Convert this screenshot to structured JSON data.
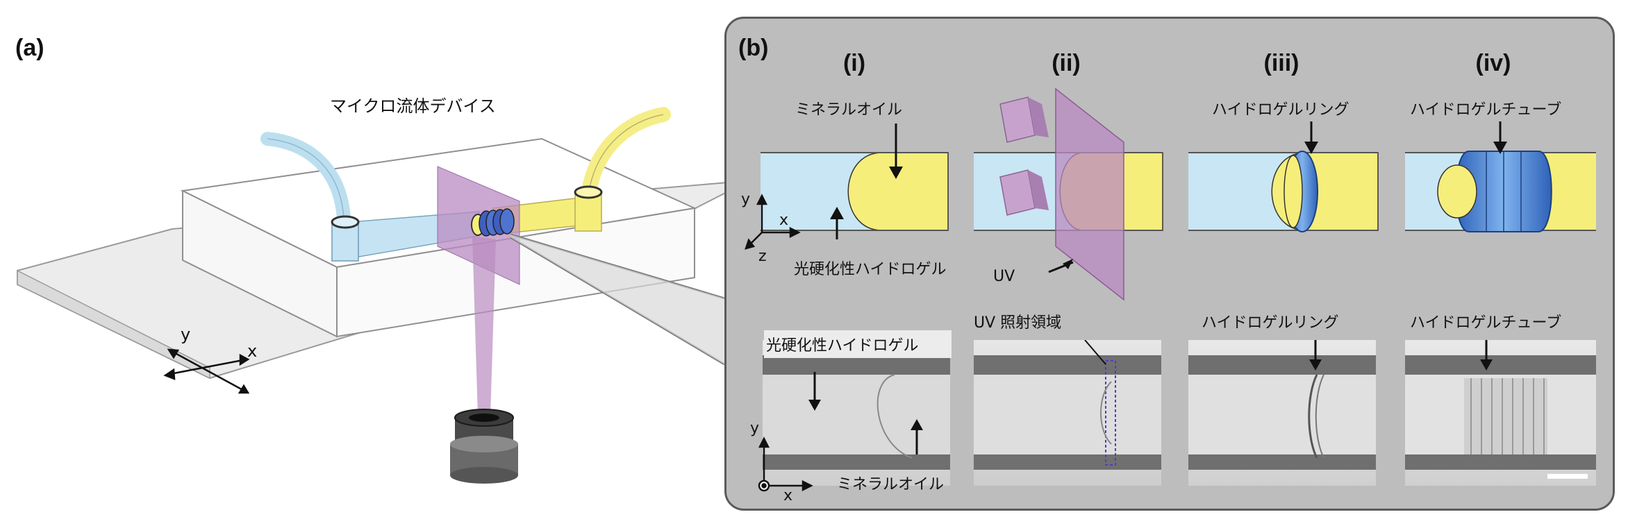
{
  "panel_a": {
    "label": "(a)",
    "device_label": "マイクロ流体デバイス",
    "axis_y": "y",
    "axis_x": "x"
  },
  "panel_b": {
    "label": "(b)",
    "steps": [
      {
        "label": "(i)",
        "annotation": "ミネラルオイル",
        "bottom_label": "光硬化性ハイドロゲル"
      },
      {
        "label": "(ii)",
        "annotation": "UV",
        "bottom_label": "UV 照射領域"
      },
      {
        "label": "(iii)",
        "annotation": "ハイドロゲルリング",
        "bottom_label": "ハイドロゲルリング"
      },
      {
        "label": "(iv)",
        "annotation": "ハイドロゲルチューブ",
        "bottom_label": "ハイドロゲルチューブ"
      }
    ],
    "hydrogel_label": "光硬化性ハイドロゲル",
    "mineral_oil_bottom": "ミネラルオイル",
    "axes": {
      "y": "y",
      "x": "x",
      "z": "z"
    }
  },
  "colors": {
    "hydrogel_blue": "#c9e6f4",
    "oil_yellow": "#f6ee7a",
    "uv_purple": "#b98bc1",
    "ring_blue": "#3f7fd0",
    "panel_gray": "#bdbdbd"
  }
}
